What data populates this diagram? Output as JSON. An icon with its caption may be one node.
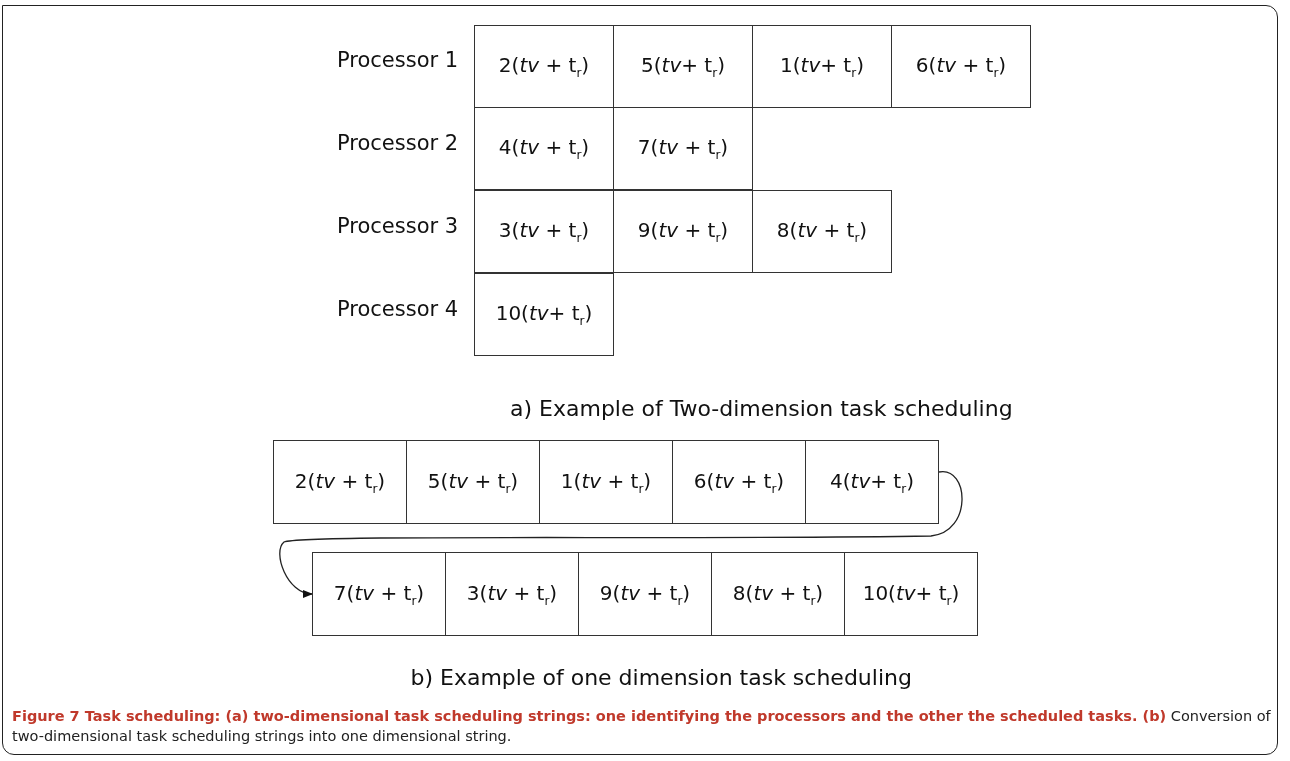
{
  "diagram": {
    "caption": "**Figure 7 Task scheduling: (a) two-dimensional task scheduling strings: one identifying the processors and the other the scheduled tasks. (b)** Conversion of two-dimensional task scheduling strings into one dimensional string.",
    "nodes": [
      {
        "text": [
          "2(*tv* + t$_{r}$)"
        ]
      },
      {
        "text": [
          "5(*tv*+ t$_{r}$)"
        ]
      },
      {
        "text": [
          "1(*tv*+ t$_{r}$)"
        ]
      },
      {
        "text": [
          "6(*tv* + t$_{r}$)"
        ]
      },
      {
        "text": [
          "4(*tv* + t$_{r}$)"
        ]
      },
      {
        "text": [
          "7(*tv* + t$_{r}$)"
        ]
      },
      {
        "text": [
          "3(*tv* + t$_{r}$)"
        ]
      },
      {
        "text": [
          "9(*tv* + t$_{r}$)"
        ]
      },
      {
        "text": [
          "8(*tv* + t$_{r}$)"
        ]
      },
      {
        "text": [
          "10(*tv*+ t$_{r}$)"
        ]
      },
      {
        "text": [
          "2(*tv* + t$_{r}$)"
        ]
      },
      {
        "text": [
          "5(*tv* + t$_{r}$)"
        ]
      },
      {
        "text": [
          "1(*tv* + t$_{r}$)"
        ]
      },
      {
        "text": [
          "6(*tv* + t$_{r}$)"
        ]
      },
      {
        "text": [
          "4(*tv*+ t$_{r}$)"
        ]
      },
      {
        "text": [
          "7(*tv* + t$_{r}$)"
        ]
      },
      {
        "text": [
          "3(*tv* + t$_{r}$)"
        ]
      },
      {
        "text": [
          "9(*tv* + t$_{r}$)"
        ]
      },
      {
        "text": [
          "8(*tv* + t$_{r}$)"
        ]
      },
      {
        "text": [
          "10(*tv*+ t$_{r}$)"
        ]
      }
    ],
    "edges": [
      {
        "from": 14,
        "to": 15,
        "arrow": "to"
      }
    ],
    "labels": [
      "Processor 1",
      "Processor 2",
      "Processor 3",
      "Processor 4",
      "a) Example of Two-dimension task scheduling",
      "b) Example of one dimension task scheduling"
    ]
  }
}
